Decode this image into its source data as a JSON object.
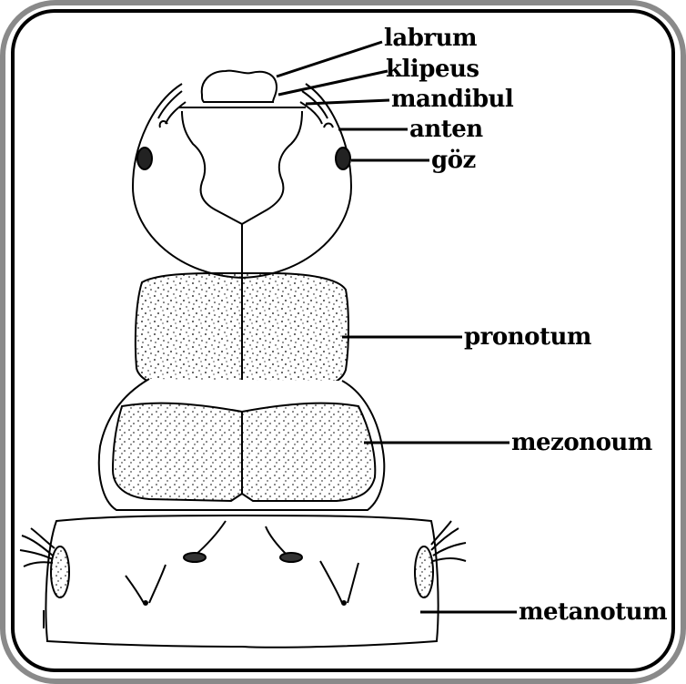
{
  "labels": {
    "labrum": "labrum",
    "klipeus": "klipeus",
    "mandibul": "mandibul",
    "anten": "anten",
    "goz": "göz",
    "pronotum": "pronotum",
    "mezonoum": "mezonoum",
    "metanotum": "metanotum"
  },
  "colors": {
    "frame_outer": "#6e6e6e",
    "frame_inner": "#000000",
    "stroke": "#000000",
    "stipple": "#000000",
    "background": "#ffffff"
  }
}
